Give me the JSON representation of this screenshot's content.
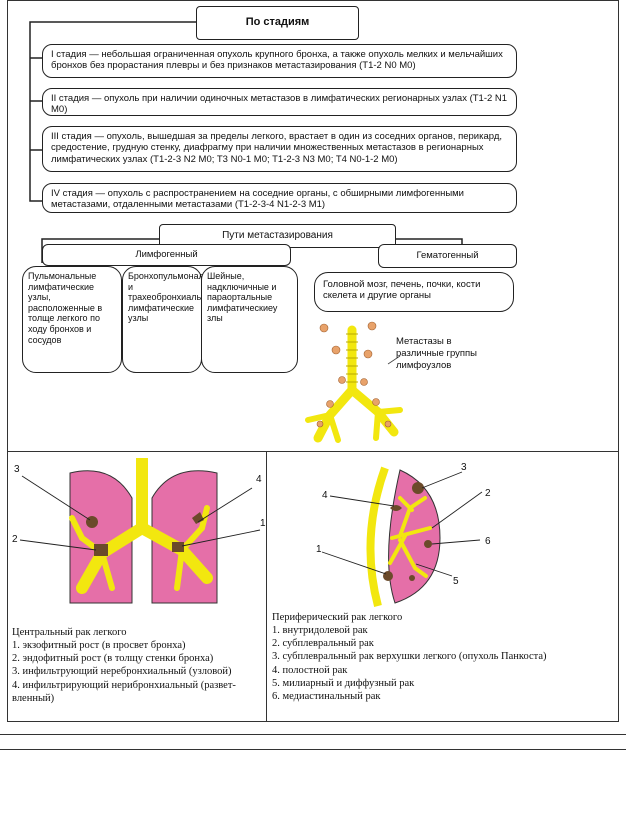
{
  "stages": {
    "title": "По стадиям",
    "items": [
      "I стадия — небольшая ограниченная опухоль крупного бронха, а также опухоль мелких и мельчайших бронхов без прорастания плевры и без признаков метастазирования (T1-2 N0 M0)",
      "II стадия — опухоль при наличии одиночных метастазов в лимфатических регионарных узлах (T1-2 N1 M0)",
      "III стадия — опухоль, вышедшая за пределы легкого, врастает в один из соседних органов, перикард, средостение, грудную стенку, диафрагму при наличии множественных метастазов в регионарных лимфатических узлах (T1-2-3 N2 M0; T3 N0-1 M0; T1-2-3 N3 M0; T4 N0-1-2 M0)",
      "IV стадия — опухоль с распространением на соседние органы, с обширными лимфогенными метастазами, отдаленными метастазами (T1-2-3-4 N1-2-3 M1)"
    ]
  },
  "metastasis": {
    "title": "Пути метастазирования",
    "lymph_title": "Лимфогенный",
    "hemat_title": "Гематогенный",
    "lymph_items": [
      "Пульмональные лимфатические узлы, расположенные в толще легкого по ходу бронхов и сосудов",
      "Бронхопульмональные и трахеобронхиальные лимфатические узлы",
      "Шейные, надключичные и параортальные лимфатическиеу злы"
    ],
    "hemat_item": "Головной мозг, печень, почки, кости скелета и другие органы",
    "tree_label": "Метастазы в различные группы лимфоузлов"
  },
  "central": {
    "labels": [
      "3",
      "4",
      "2",
      "1"
    ],
    "caption": [
      "Центральный рак легкого",
      "1. экзофитный рост (в просвет бронха)",
      "2. эндофитный рост (в толщу стенки бронха)",
      "3. инфильтрующий неребронхиальный (узловой)",
      "4. инфильтрирующий нерибронхиальный (развет-вленный)"
    ]
  },
  "peripheral": {
    "labels": [
      "3",
      "4",
      "2",
      "6",
      "1",
      "5"
    ],
    "caption": [
      "Периферический рак легкого",
      "1. внутридолевой рак",
      "2. субплевральный рак",
      "3. субплевральный рак верхушки легкого (опухоль Панкоста)",
      "4. полостной рак",
      "5. милиарный и диффузный рак",
      "6. медиастинальный рак"
    ]
  },
  "colors": {
    "bronchi": "#f2e70f",
    "tissue": "#e56fa8",
    "node": "#e8a26a",
    "tumor": "#6b4a2a"
  }
}
